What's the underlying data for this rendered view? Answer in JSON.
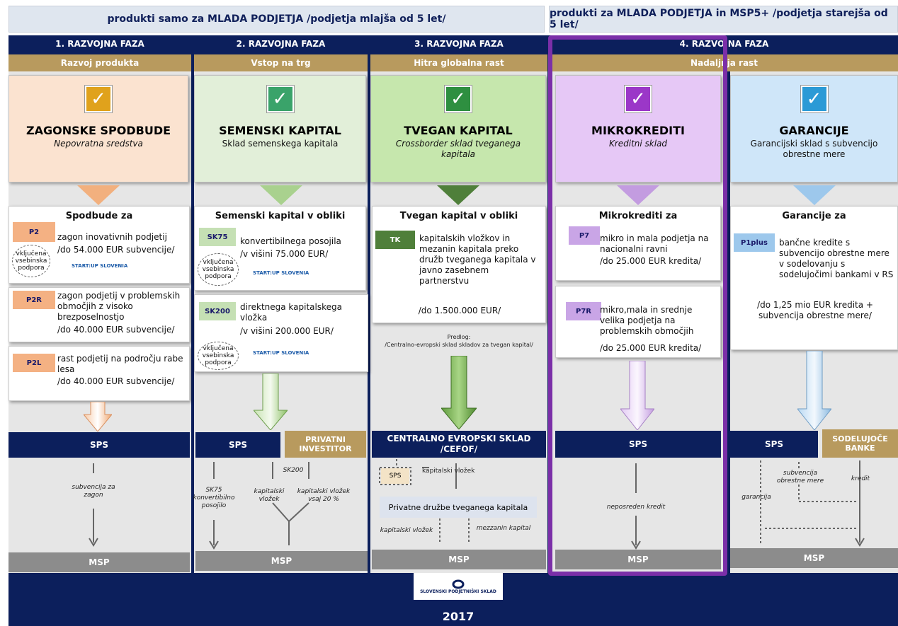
{
  "header": {
    "left_title": "produkti samo za MLADA PODJETJA /podjetja mlajša od 5 let/",
    "right_title": "produkti za MLADA PODJETJA in MSP5+ /podjetja starejša od 5 let/"
  },
  "phases": [
    {
      "title": "1. RAZVOJNA FAZA",
      "sub": "Razvoj produkta"
    },
    {
      "title": "2. RAZVOJNA FAZA",
      "sub": "Vstop na trg"
    },
    {
      "title": "3. RAZVOJNA FAZA",
      "sub": "Hitra globalna rast"
    },
    {
      "title": "4. RAZVOJNA FAZA",
      "sub": "Nadaljnja rast"
    }
  ],
  "products": [
    {
      "title": "ZAGONSKE SPODBUDE",
      "sub": "Nepovratna sredstva",
      "color": "#fbe3d0",
      "check_color": "#e0a21c"
    },
    {
      "title": "SEMENSKI KAPITAL",
      "sub": "Sklad semenskega kapitala",
      "color": "#e2efd9",
      "check_color": "#3aa36a"
    },
    {
      "title": "TVEGAN KAPITAL",
      "sub": "Crossborder sklad tveganega kapitala",
      "color": "#c6e7ad",
      "check_color": "#2e8f40"
    },
    {
      "title": "MIKROKREDITI",
      "sub": "Kreditni sklad",
      "color": "#e6c8f6",
      "check_color": "#9b37c8"
    },
    {
      "title": "GARANCIJE",
      "sub": "Garancijski sklad s subvencijo obrestne mere",
      "color": "#cfe6f9",
      "check_color": "#2b9ad6"
    }
  ],
  "col1": {
    "title": "Spodbude za",
    "items": [
      {
        "code": "P2",
        "text": "zagon inovativnih podjetij",
        "amount": "/do 54.000 EUR subvencije/"
      },
      {
        "code": "P2R",
        "text": "zagon podjetij v problemskih območjih z visoko brezposelnostjo",
        "amount": "/do 40.000 EUR subvencije/"
      },
      {
        "code": "P2L",
        "text": "rast podjetij na področju rabe lesa",
        "amount": "/do 40.000 EUR subvencije/"
      }
    ],
    "oval": "vključena vsebinska podpora",
    "startup_logo": "START:UP SLOVENIA"
  },
  "col2": {
    "title": "Semenski kapital v obliki",
    "items": [
      {
        "code": "SK75",
        "text": "konvertibilnega posojila",
        "amount": "/v višini 75.000 EUR/"
      },
      {
        "code": "SK200",
        "text": "direktnega kapitalskega vložka",
        "amount": "/v višini 200.000 EUR/"
      }
    ],
    "oval": "vključena vsebinska podpora",
    "startup_logo": "START:UP SLOVENIA"
  },
  "col3": {
    "title": "Tvegan kapital v obliki",
    "code": "TK",
    "text": "kapitalskih vložkov in mezanin kapitala preko družb tveganega kapitala v javno zasebnem partnerstvu",
    "amount": "/do 1.500.000 EUR/",
    "note_title": "Predlog:",
    "note": "/Centralno-evropski sklad skladov za tvegan kapital/"
  },
  "col4": {
    "title": "Mikrokrediti za",
    "items": [
      {
        "code": "P7",
        "text": "mikro in mala podjetja na nacionalni ravni",
        "amount": "/do 25.000 EUR kredita/"
      },
      {
        "code": "P7R",
        "text": "mikro,mala in srednje velika podjetja na problemskih območjih",
        "amount": "/do 25.000 EUR kredita/"
      }
    ]
  },
  "col5": {
    "title": "Garancije za",
    "code": "P1plus",
    "text": "bančne kredite s subvencijo obrestne mere v sodelovanju s sodelujočimi bankami v RS",
    "amount": "/do 1,25 mio EUR kredita + subvencija obrestne mere/"
  },
  "bottom": {
    "sps": "SPS",
    "privatni": "PRIVATNI INVESTITOR",
    "cefof": "CENTRALNO EVROPSKI SKLAD /CEFOF/",
    "banke": "SODELUJOČE BANKE",
    "msp": "MSP",
    "private_vc": "Privatne družbe tveganega kapitala"
  },
  "flow_labels": {
    "c1": "subvencija za zagon",
    "c2_a": "SK75 konvertibilno posojilo",
    "c2_b": "SK200",
    "c2_c": "kapitalski vložek",
    "c2_d": "kapitalski vložek vsaj 20 %",
    "c3_a": "kapitalski vložek",
    "c3_b": "kapitalski vložek",
    "c3_c": "mezzanin kapital",
    "c4": "neposreden kredit",
    "c5_a": "subvencija obrestne mere",
    "c5_b": "kredit",
    "c5_c": "garancija"
  },
  "footer": {
    "logo_text": "SLOVENSKI PODJETNIŠKI SKLAD",
    "year": "2017"
  },
  "colors": {
    "navy": "#0c1f5c",
    "gold": "#b89a5e",
    "highlight": "#7b2fa8"
  }
}
